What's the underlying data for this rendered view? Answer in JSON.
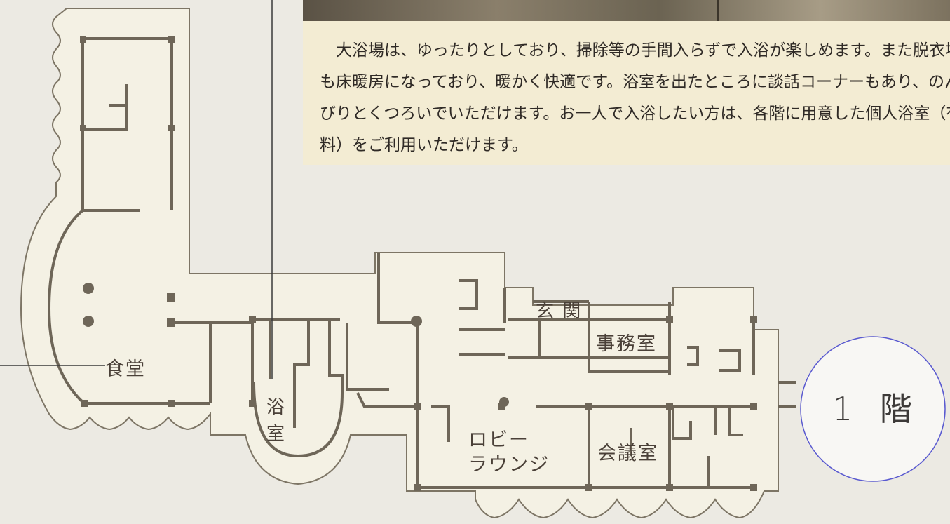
{
  "description_text": "大浴場は、ゆったりとしており、掃除等の手間入らずで入浴が楽しめます。また脱衣場も床暖房になっており、暖かく快適です。浴室を出たところに談話コーナーもあり、のんびりとくつろいでいただけます。お一人で入浴したい方は、各階に用意した個人浴室（有料）をご利用いただけます。",
  "floor_label": "1 階",
  "rooms": {
    "dining": "食堂",
    "bath_line1": "浴",
    "bath_line2": "室",
    "entrance": "玄 関",
    "office": "事務室",
    "lobby_line1": "ロビー",
    "lobby_line2": "ラウンジ",
    "meeting": "会議室"
  },
  "colors": {
    "background": "#eceae3",
    "plan_fill": "#f4f1e4",
    "wall": "#6e6658",
    "outline": "#7d7565",
    "caption_bg": "#f3ecd3",
    "leader_line": "#3a3a3a",
    "floor_circle": "#5a5ad0"
  }
}
